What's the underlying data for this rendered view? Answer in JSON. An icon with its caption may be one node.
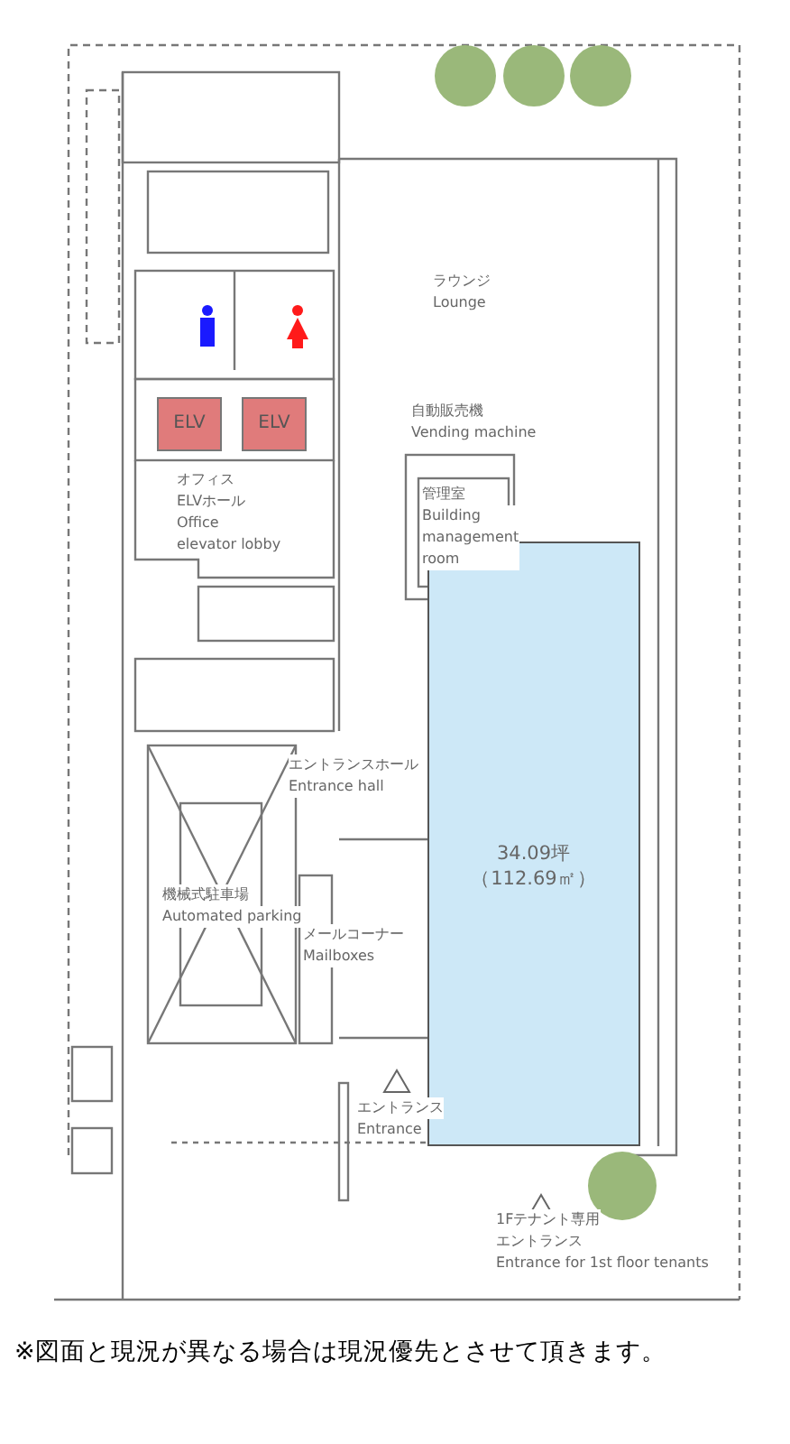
{
  "diagram": {
    "caption": "※図面と現況が異なる場合は現況優先とさせて頂きます。",
    "nodes": [
      {
        "text": [
          "ラウンジ",
          "Lounge"
        ]
      },
      {
        "text": [
          "ELV"
        ]
      },
      {
        "text": [
          "ELV"
        ]
      },
      {
        "text": [
          "オフィス",
          "ELVホール",
          "Office",
          "elevator lobby"
        ]
      },
      {
        "text": [
          "管理室",
          "Building management room"
        ]
      },
      {
        "text": [
          "34.09坪",
          "（112.69㎡）"
        ]
      },
      {
        "text": [
          "エントランスホール",
          "Entrance hall"
        ]
      },
      {
        "text": [
          "機械式駐車場",
          "Automated parking"
        ]
      },
      {
        "text": [
          "メールコーナー",
          "Mailboxes"
        ]
      },
      {
        "text": [
          "エントランス",
          "Entrance"
        ]
      },
      {
        "text": [
          "1Fテナント専用",
          "エントランス",
          "Entrance for 1st floor tenants"
        ]
      }
    ],
    "edges": [],
    "labels": [
      "自動販売機",
      "Vending machine"
    ]
  }
}
